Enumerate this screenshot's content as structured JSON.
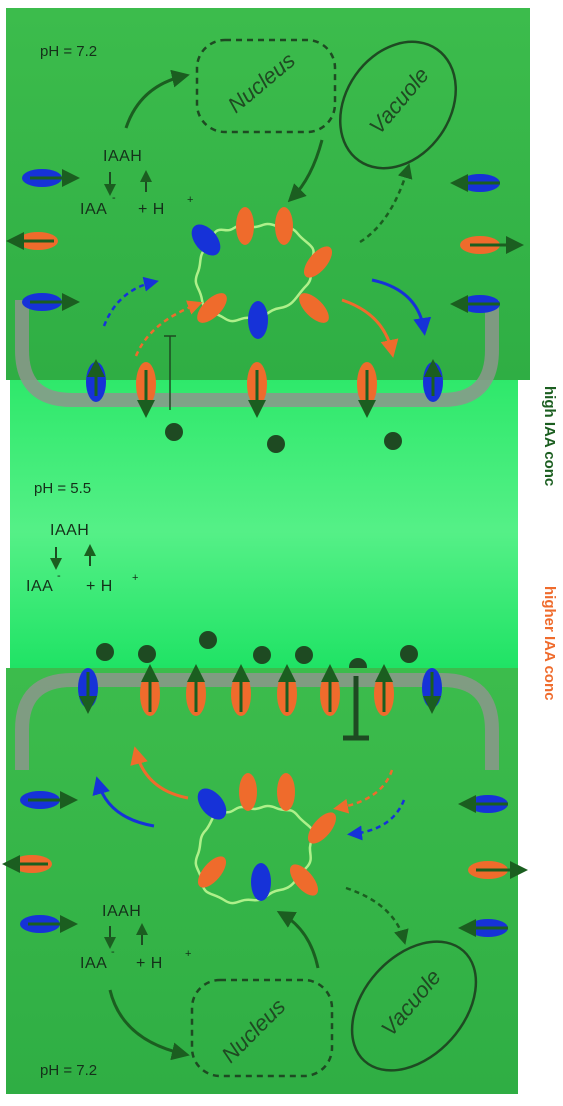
{
  "top_cell": {
    "ph": "pH = 7.2",
    "acid": "IAAH",
    "anion": "IAA",
    "anion_charge": "-",
    "proton": "+ H",
    "proton_charge": "+",
    "nucleus": "Nucleus",
    "vacuole": "Vacuole"
  },
  "apoplast": {
    "ph": "pH = 5.5",
    "acid": "IAAH",
    "anion": "IAA",
    "anion_charge": "-",
    "proton": "+ H",
    "proton_charge": "+"
  },
  "bottom_cell": {
    "ph": "pH = 7.2",
    "acid": "IAAH",
    "anion": "IAA",
    "anion_charge": "-",
    "proton": "+ H",
    "proton_charge": "+",
    "nucleus": "Nucleus",
    "vacuole": "Vacuole"
  },
  "side_labels": {
    "high": "high IAA conc",
    "higher": "higher IAA conc"
  },
  "colors": {
    "bright_green": "#0ee05a",
    "cell_green": "#35b948",
    "membrane_gray": "#8c978c",
    "carrier_orange": "#ef6b2c",
    "carrier_blue": "#1632d8",
    "arrow_dark": "#1b5e20",
    "dot_dark": "#1e4a22",
    "label_dark": "#1b5e20",
    "label_orange": "#ef6b2c"
  }
}
